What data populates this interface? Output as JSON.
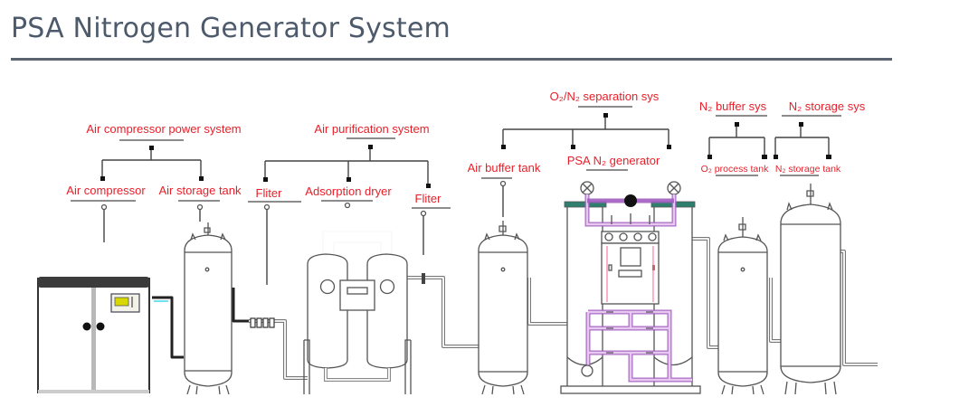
{
  "header": {
    "title": "PSA Nitrogen Generator System"
  },
  "diagram": {
    "groups": [
      {
        "label": "Air compressor power system",
        "children": [
          "Air compressor",
          "Air storage tank"
        ]
      },
      {
        "label": "Air purification system",
        "children": [
          "Fliter",
          "Adsorption dryer",
          "Fliter"
        ]
      },
      {
        "label": "O₂/N₂ separation sys",
        "children": [
          "Air buffer tank",
          "PSA N₂ generator"
        ]
      },
      {
        "label": "N₂ buffer sys",
        "children": [
          "O₂ process tank"
        ]
      },
      {
        "label": "N₂ storage sys",
        "children": [
          "N₂ storage tank"
        ]
      }
    ],
    "equipment": [
      "air-compressor",
      "air-storage-tank",
      "filter-bank",
      "adsorption-dryer",
      "inline-filter",
      "air-buffer-tank",
      "psa-n2-generator",
      "o2-process-tank",
      "n2-storage-tank"
    ],
    "colors": {
      "label": "#e8202a",
      "title": "#4d5a6b",
      "rule": "#5a6370",
      "generator_piping": "#a15cc0",
      "compressor_panel": "#d8d800"
    }
  }
}
